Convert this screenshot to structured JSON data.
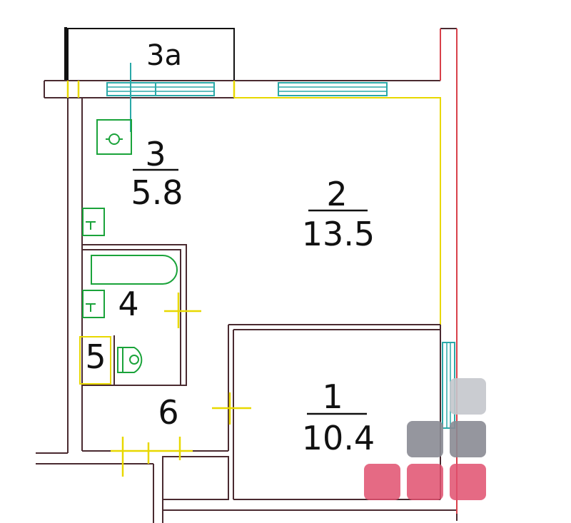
{
  "rooms": [
    {
      "id": "1",
      "number": "1",
      "area": "10.4"
    },
    {
      "id": "2",
      "number": "2",
      "area": "13.5"
    },
    {
      "id": "3",
      "number": "3",
      "area": "5.8"
    },
    {
      "id": "3a",
      "number": "3a"
    },
    {
      "id": "4",
      "number": "4"
    },
    {
      "id": "5",
      "number": "5"
    },
    {
      "id": "6",
      "number": "6"
    }
  ],
  "colors": {
    "wall": "#4a2a30",
    "wall_red": "#d8404a",
    "window": "#2aa8a8",
    "door_marker": "#e8d800",
    "fixture": "#1aa33a",
    "badge_light": "#c4c6cc",
    "badge_dark": "#8a8b93",
    "badge_pink": "#e0506e"
  }
}
